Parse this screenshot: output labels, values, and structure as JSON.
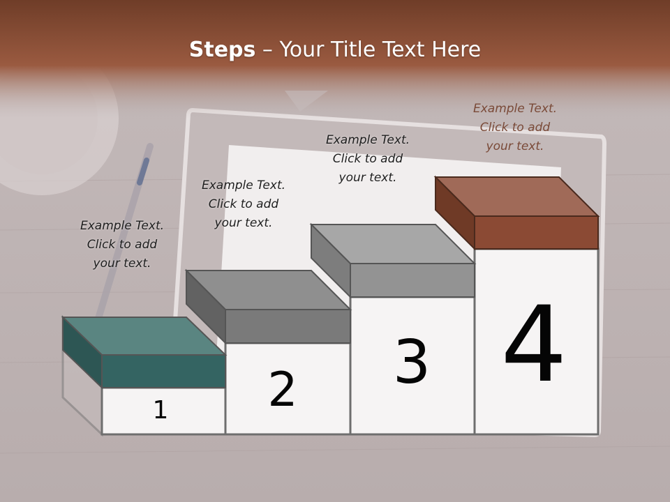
{
  "title": {
    "bold": "Steps",
    "rest": " – Your Title Text Here"
  },
  "steps": [
    {
      "number": "1",
      "caption": [
        "Example Text.",
        "Click  to add",
        "your text."
      ],
      "color": "#2f6663"
    },
    {
      "number": "2",
      "caption": [
        "Example Text.",
        "Click  to add",
        "your text."
      ],
      "color": "#777777"
    },
    {
      "number": "3",
      "caption": [
        "Example Text.",
        "Click  to add",
        "your text."
      ],
      "color": "#8e8e8e"
    },
    {
      "number": "4",
      "caption": [
        "Example Text.",
        "Click  to add",
        "your text."
      ],
      "color": "#8b4a34"
    }
  ],
  "colors": {
    "header": "#8a4a36",
    "background": "#b9afaf",
    "accent_caption": "#7a4a38"
  }
}
